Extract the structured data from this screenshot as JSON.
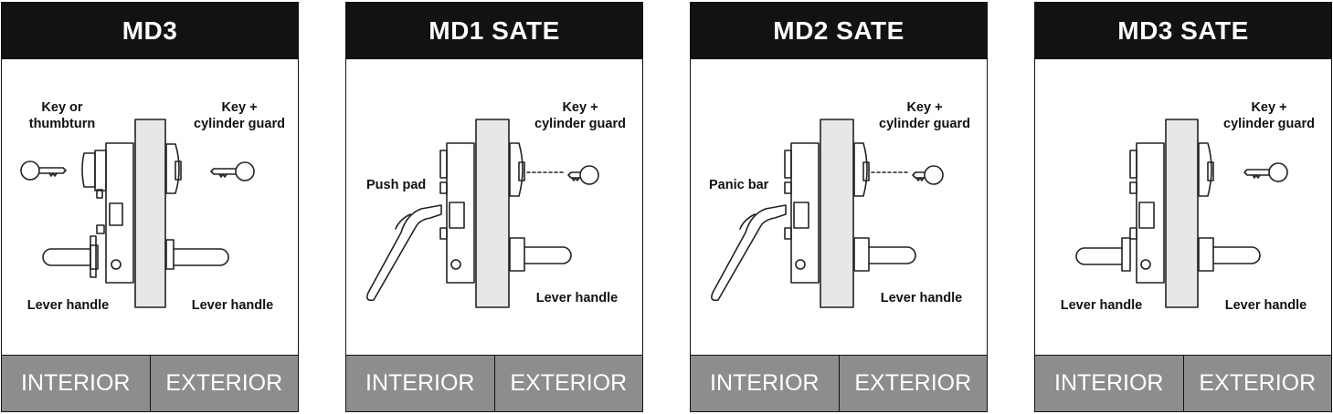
{
  "panels": [
    {
      "title": "MD3",
      "labels": {
        "top_left_1": "Key or",
        "top_left_2": "thumbturn",
        "top_right_1": "Key +",
        "top_right_2": "cylinder guard",
        "bottom_left": "Lever handle",
        "bottom_right": "Lever handle"
      },
      "footer": {
        "left": "INTERIOR",
        "right": "EXTERIOR"
      }
    },
    {
      "title": "MD1 SATE",
      "labels": {
        "top_right_1": "Key +",
        "top_right_2": "cylinder guard",
        "mid_left": "Push pad",
        "bottom_right": "Lever handle"
      },
      "footer": {
        "left": "INTERIOR",
        "right": "EXTERIOR"
      }
    },
    {
      "title": "MD2 SATE",
      "labels": {
        "top_right_1": "Key +",
        "top_right_2": "cylinder guard",
        "mid_left": "Panic bar",
        "bottom_right": "Lever handle"
      },
      "footer": {
        "left": "INTERIOR",
        "right": "EXTERIOR"
      }
    },
    {
      "title": "MD3 SATE",
      "labels": {
        "top_right_1": "Key +",
        "top_right_2": "cylinder guard",
        "bottom_left": "Lever handle",
        "bottom_right": "Lever handle"
      },
      "footer": {
        "left": "INTERIOR",
        "right": "EXTERIOR"
      }
    }
  ]
}
